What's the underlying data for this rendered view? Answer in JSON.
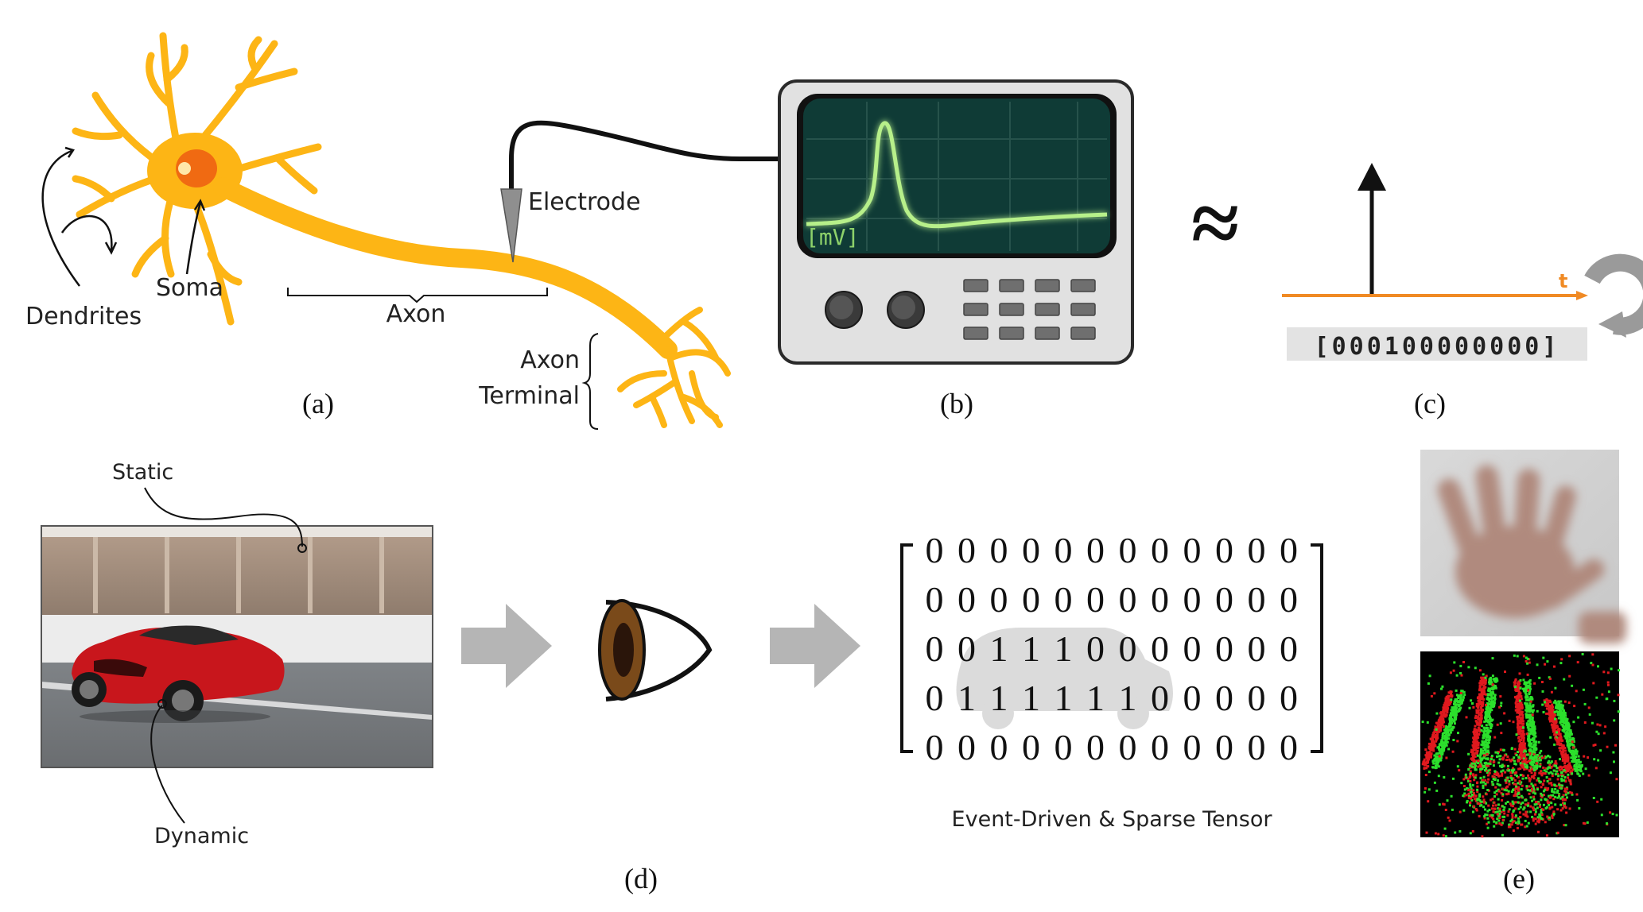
{
  "neuron": {
    "dendrites": "Dendrites",
    "soma": "Soma",
    "axon": "Axon",
    "axon_terminal_line1": "Axon",
    "axon_terminal_line2": "Terminal",
    "electrode": "Electrode"
  },
  "oscilloscope": {
    "unit": "[mV]"
  },
  "approx_symbol": "≈",
  "spike": {
    "time_label": "t",
    "sequence": "[000100000000]",
    "bits": [
      "0",
      "0",
      "0",
      "1",
      "0",
      "0",
      "0",
      "0",
      "0",
      "0",
      "0",
      "0"
    ]
  },
  "vision": {
    "static_label": "Static",
    "dynamic_label": "Dynamic",
    "caption": "Event-Driven & Sparse Tensor"
  },
  "matrix": [
    [
      "0",
      "0",
      "0",
      "0",
      "0",
      "0",
      "0",
      "0",
      "0",
      "0",
      "0",
      "0"
    ],
    [
      "0",
      "0",
      "0",
      "0",
      "0",
      "0",
      "0",
      "0",
      "0",
      "0",
      "0",
      "0"
    ],
    [
      "0",
      "0",
      "1",
      "1",
      "1",
      "0",
      "0",
      "0",
      "0",
      "0",
      "0",
      "0"
    ],
    [
      "0",
      "1",
      "1",
      "1",
      "1",
      "1",
      "1",
      "0",
      "0",
      "0",
      "0",
      "0"
    ],
    [
      "0",
      "0",
      "0",
      "0",
      "0",
      "0",
      "0",
      "0",
      "0",
      "0",
      "0",
      "0"
    ]
  ],
  "panel_labels": {
    "a": "(a)",
    "b": "(b)",
    "c": "(c)",
    "d": "(d)",
    "e": "(e)"
  },
  "colors": {
    "neuron": "#FDB515",
    "nucleus": "#F06A12",
    "screen": "#0F3B36",
    "trace": "#B7F08A",
    "timeline": "#F08A24",
    "arrow_gray": "#B5B5B5",
    "event_red": "#E0191E",
    "event_green": "#2CE02C"
  }
}
